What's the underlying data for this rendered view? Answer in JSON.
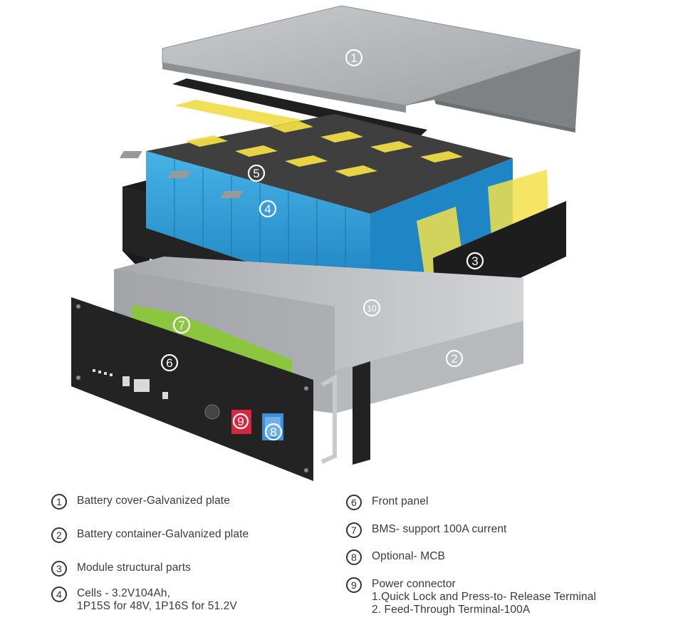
{
  "diagram": {
    "callouts": [
      "1",
      "2",
      "3",
      "4",
      "5",
      "6",
      "7",
      "8",
      "9",
      "10"
    ]
  },
  "legend": {
    "items": [
      {
        "num": "1",
        "text": "Battery cover-Galvanized plate"
      },
      {
        "num": "2",
        "text": "Battery container-Galvanized plate"
      },
      {
        "num": "3",
        "text": "Module structural parts"
      },
      {
        "num": "4",
        "text": "Cells - 3.2V104Ah,",
        "sub": [
          "1P15S for 48V, 1P16S for 51.2V"
        ]
      },
      {
        "num": "6",
        "text": "Front panel"
      },
      {
        "num": "7",
        "text": "BMS- support 100A current"
      },
      {
        "num": "8",
        "text": "Optional- MCB"
      },
      {
        "num": "9",
        "text": "Power connector",
        "sub": [
          "1.Quick Lock and Press-to- Release Terminal",
          "2. Feed-Through Terminal-100A"
        ]
      }
    ]
  },
  "colors": {
    "cover": "#b9bcbf",
    "container": "#c6c8ca",
    "cells": "#2f9fd6",
    "module_plate": "#1e1e1e",
    "insulation": "#f2e04a",
    "bms_board": "#8cc63f",
    "front_panel": "#232323",
    "mcb": "#d7263d",
    "breaker": "#3b8fd9"
  }
}
